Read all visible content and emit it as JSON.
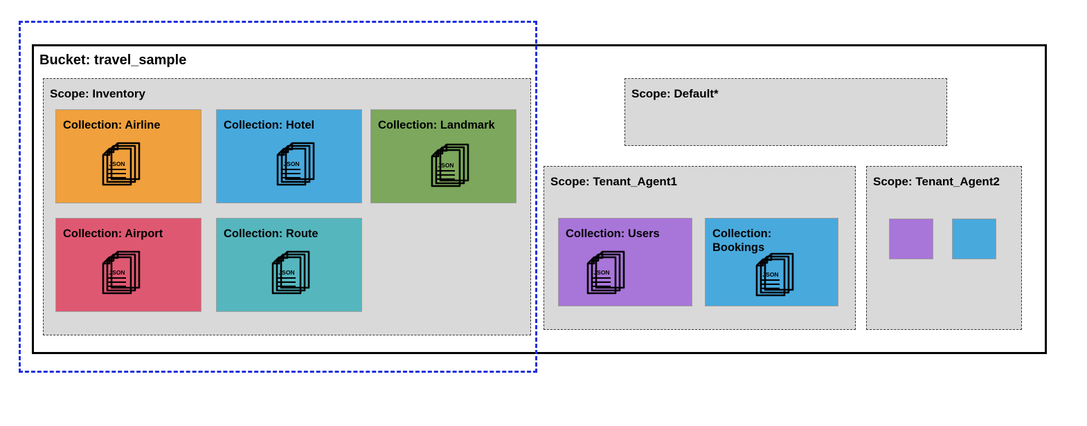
{
  "bucket": {
    "label": "Bucket: travel_sample"
  },
  "scopes": {
    "inventory": {
      "label": "Scope: Inventory"
    },
    "default": {
      "label": "Scope: Default*"
    },
    "tenant_agent1": {
      "label": "Scope: Tenant_Agent1"
    },
    "tenant_agent2": {
      "label": "Scope: Tenant_Agent2"
    }
  },
  "collections": {
    "airline": {
      "label": "Collection: Airline",
      "color": "#f0a03c"
    },
    "hotel": {
      "label": "Collection: Hotel",
      "color": "#48a9dd"
    },
    "landmark": {
      "label": "Collection: Landmark",
      "color": "#7ca75c"
    },
    "airport": {
      "label": "Collection: Airport",
      "color": "#df5872"
    },
    "route": {
      "label": "Collection: Route",
      "color": "#55b6be"
    },
    "users": {
      "label": "Collection: Users",
      "color": "#a875d9"
    },
    "bookings": {
      "label": "Collection: Bookings",
      "color": "#48a9dd"
    },
    "tenant2_purple": {
      "label": "",
      "color": "#a875d9"
    },
    "tenant2_blue": {
      "label": "",
      "color": "#48a9dd"
    }
  },
  "icons": {
    "json_doc": "json-document-stack-icon",
    "json_text": "JSON"
  },
  "colors": {
    "highlight": "#1f2fdc",
    "scope_bg": "#d9d9d9"
  }
}
